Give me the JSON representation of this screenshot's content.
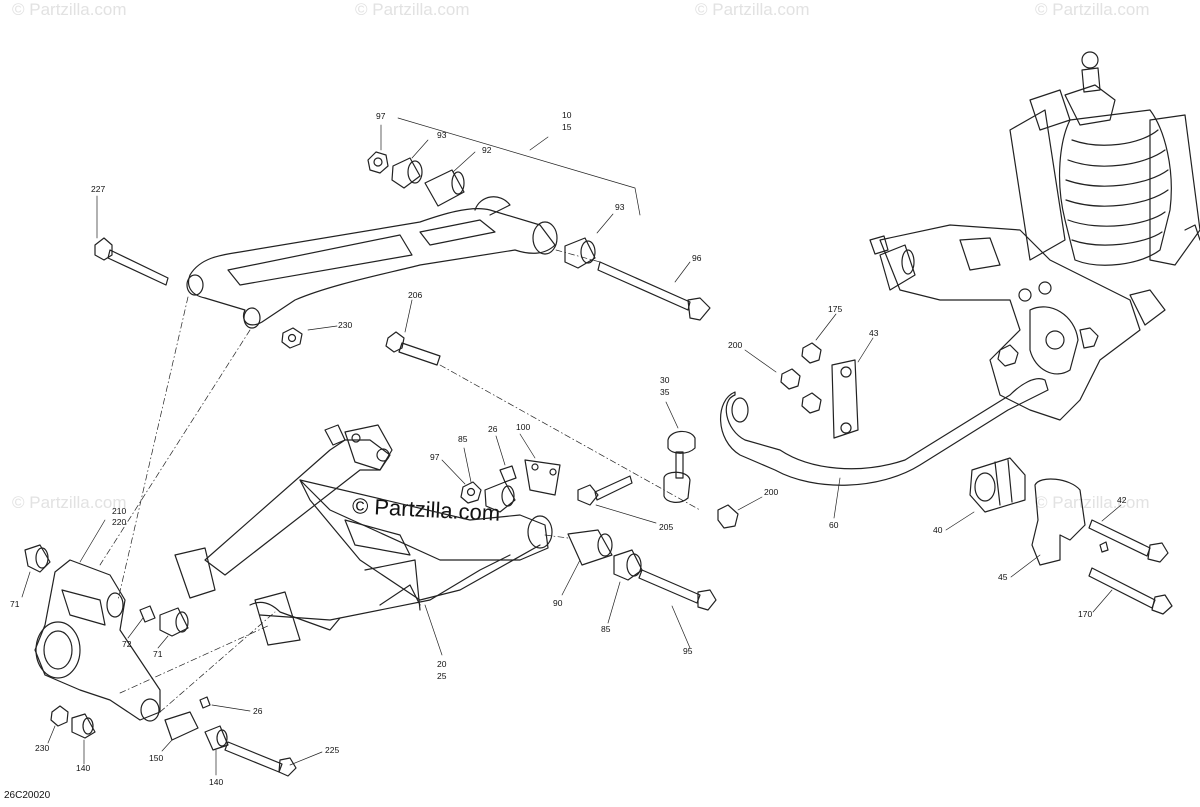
{
  "watermark": "© Partzilla.com",
  "center_watermark": "© Partzilla.com",
  "diagram_code": "26C20020",
  "callouts": {
    "c97a": "97",
    "c93a": "93",
    "c92": "92",
    "c10": "10",
    "c15": "15",
    "c93b": "93",
    "c96": "96",
    "c227": "227",
    "c230a": "230",
    "c206": "206",
    "c175": "175",
    "c43": "43",
    "c200a": "200",
    "c30": "30",
    "c35": "35",
    "c26a": "26",
    "c100": "100",
    "c85a": "85",
    "c97b": "97",
    "c200b": "200",
    "c205": "205",
    "c60": "60",
    "c42": "42",
    "c40": "40",
    "c45": "45",
    "c170": "170",
    "c210": "210",
    "c220": "220",
    "c90": "90",
    "c85b": "85",
    "c95": "95",
    "c20": "20",
    "c25": "25",
    "c71a": "71",
    "c72": "72",
    "c71b": "71",
    "c26b": "26",
    "c225": "225",
    "c230b": "230",
    "c140a": "140",
    "c150": "150",
    "c140b": "140"
  }
}
